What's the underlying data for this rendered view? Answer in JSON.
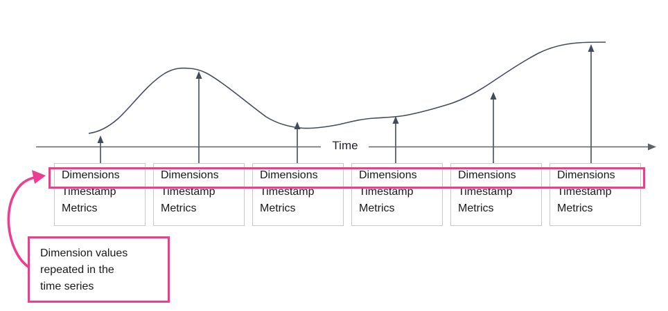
{
  "diagram": {
    "axis_label": "Time",
    "records": [
      {
        "dimensions": "Dimensions",
        "timestamp": "Timestamp",
        "metrics": "Metrics"
      },
      {
        "dimensions": "Dimensions",
        "timestamp": "Timestamp",
        "metrics": "Metrics"
      },
      {
        "dimensions": "Dimensions",
        "timestamp": "Timestamp",
        "metrics": "Metrics"
      },
      {
        "dimensions": "Dimensions",
        "timestamp": "Timestamp",
        "metrics": "Metrics"
      },
      {
        "dimensions": "Dimensions",
        "timestamp": "Timestamp",
        "metrics": "Metrics"
      },
      {
        "dimensions": "Dimensions",
        "timestamp": "Timestamp",
        "metrics": "Metrics"
      }
    ]
  },
  "callout": {
    "lines": [
      "Dimension values",
      "repeated in the",
      "time series"
    ]
  },
  "icons": {
    "up_arrow": "data-point-up-arrow",
    "axis_arrow": "axis-right-arrowhead",
    "callout_arrow": "callout-curved-arrow"
  },
  "colors": {
    "accent_pink": "#ee3c90",
    "curve_line": "#434b58",
    "axis_line": "#5f6369",
    "box_border": "#c6c8cd",
    "text_dark": "#17181a"
  }
}
